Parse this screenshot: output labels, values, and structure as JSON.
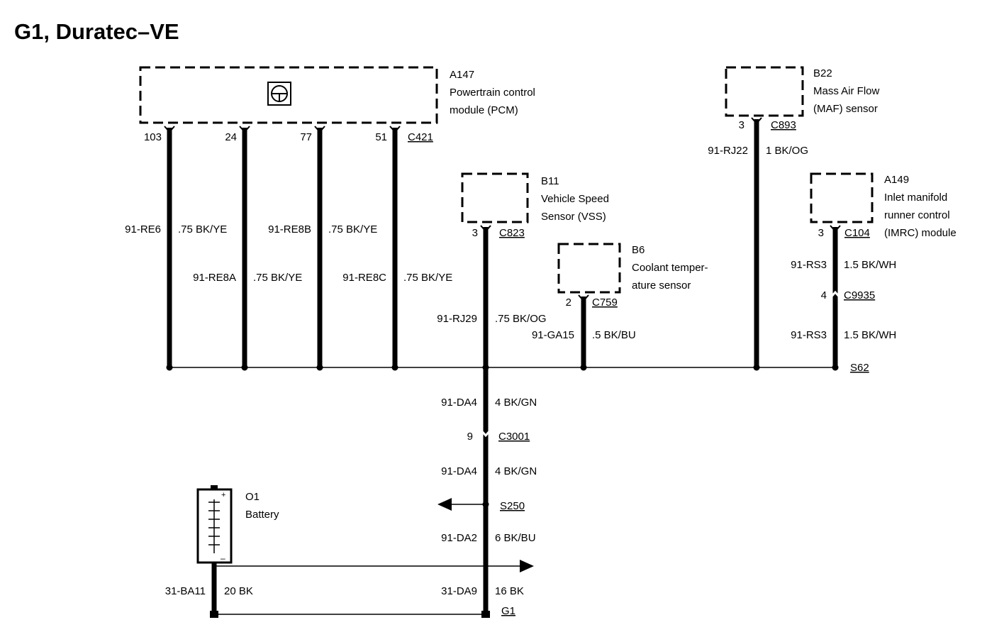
{
  "title": "G1, Duratec–VE",
  "components": {
    "pcm": {
      "id": "A147",
      "line1": "Powertrain control",
      "line2": "module (PCM)",
      "connector": "C421",
      "icon": "pcm-module-icon"
    },
    "maf": {
      "id": "B22",
      "line1": "Mass Air Flow",
      "line2": "(MAF) sensor",
      "connector": "C893",
      "pin": "3"
    },
    "vss": {
      "id": "B11",
      "line1": "Vehicle Speed",
      "line2": "Sensor (VSS)",
      "connector": "C823",
      "pin": "3"
    },
    "coolant": {
      "id": "B6",
      "line1": "Coolant temper-",
      "line2": "ature sensor",
      "connector": "C759",
      "pin": "2"
    },
    "imrc": {
      "id": "A149",
      "line1": "Inlet manifold",
      "line2": "runner control",
      "line3": "(IMRC) module",
      "connector": "C104",
      "pin": "3"
    },
    "battery": {
      "id": "O1",
      "name": "Battery",
      "icon": "battery-icon"
    }
  },
  "pcm_pins": [
    "103",
    "24",
    "77",
    "51"
  ],
  "pcm_wires": [
    {
      "circuit": "91-RE6",
      "spec": ".75 BK/YE"
    },
    {
      "circuit": "91-RE8A",
      "spec": ".75 BK/YE"
    },
    {
      "circuit": "91-RE8B",
      "spec": ".75 BK/YE"
    },
    {
      "circuit": "91-RE8C",
      "spec": ".75 BK/YE"
    }
  ],
  "vss_wire": {
    "circuit": "91-RJ29",
    "spec": ".75 BK/OG"
  },
  "coolant_wire": {
    "circuit": "91-GA15",
    "spec": ".5 BK/BU"
  },
  "maf_wire": {
    "circuit": "91-RJ22",
    "spec": "1 BK/OG"
  },
  "imrc_wire_upper": {
    "circuit": "91-RS3",
    "spec": "1.5 BK/WH"
  },
  "imrc_inline": {
    "pin": "4",
    "connector": "C9935"
  },
  "imrc_wire_lower": {
    "circuit": "91-RS3",
    "spec": "1.5 BK/WH"
  },
  "splice_s62": "S62",
  "main_upper": {
    "circuit": "91-DA4",
    "spec": "4 BK/GN"
  },
  "c3001": {
    "pin": "9",
    "connector": "C3001"
  },
  "main_mid": {
    "circuit": "91-DA4",
    "spec": "4 BK/GN"
  },
  "splice_s250": "S250",
  "main_lower": {
    "circuit": "91-DA2",
    "spec": "6 BK/BU"
  },
  "ground_wire": {
    "circuit": "31-DA9",
    "spec": "16 BK"
  },
  "battery_wire": {
    "circuit": "31-BA11",
    "spec": "20 BK"
  },
  "ground_point": "G1"
}
